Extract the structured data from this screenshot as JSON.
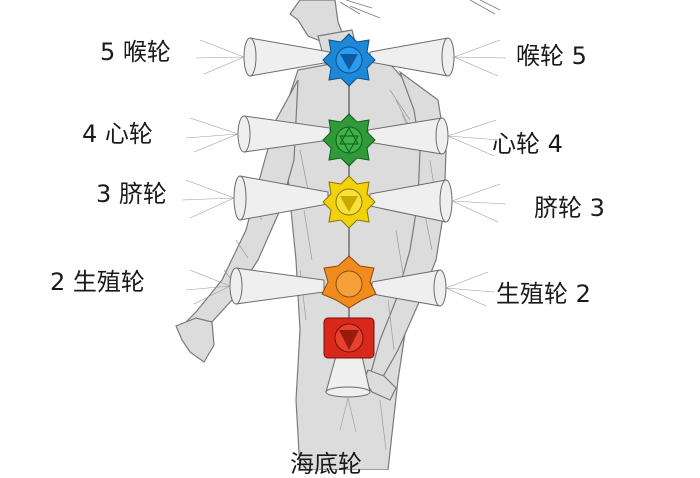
{
  "labels": {
    "left": [
      {
        "id": "throat",
        "text": "5 喉轮"
      },
      {
        "id": "heart",
        "text": "4 心轮"
      },
      {
        "id": "solar",
        "text": "3 脐轮"
      },
      {
        "id": "sacral",
        "text": "2 生殖轮"
      }
    ],
    "right": [
      {
        "id": "throat",
        "text": "喉轮 5"
      },
      {
        "id": "heart",
        "text": "心轮 4"
      },
      {
        "id": "solar",
        "text": "脐轮 3"
      },
      {
        "id": "sacral",
        "text": "生殖轮 2"
      }
    ],
    "bottom": "海底轮"
  },
  "colors": {
    "throat": "#1e88d8",
    "heart": "#2f9a3a",
    "solar": "#f2d20c",
    "sacral": "#f08c1e",
    "root": "#d8281c",
    "sketch": "#6b6b6b",
    "skin": "#d7d7d7"
  },
  "icons": {
    "throat": "blue-lotus-chakra-icon",
    "heart": "green-lotus-chakra-icon",
    "solar": "yellow-lotus-chakra-icon",
    "sacral": "orange-lotus-chakra-icon",
    "root": "red-lotus-chakra-icon"
  }
}
